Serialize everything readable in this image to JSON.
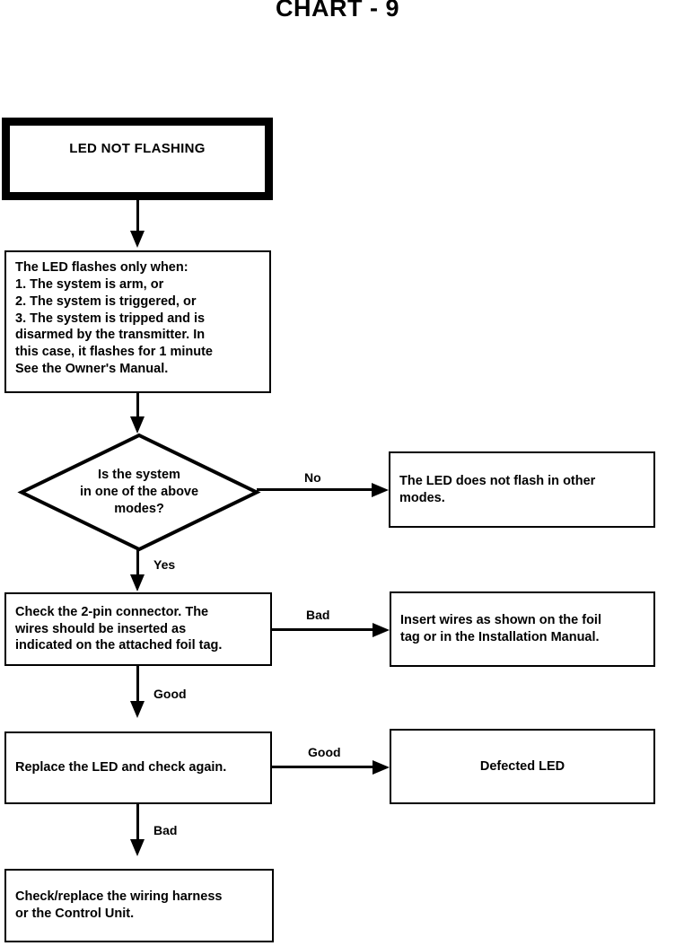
{
  "title": "CHART - 9",
  "nodes": {
    "start": {
      "label": "LED NOT FLASHING"
    },
    "info": {
      "label": "The LED flashes only when:\n1.  The system is arm, or\n2.  The system is triggered, or\n3.  The system is tripped and is\n     disarmed by the transmitter. In\n     this case, it flashes for 1 minute\nSee the Owner's Manual."
    },
    "decision_modes": {
      "label": "Is the system\nin one of the above\nmodes?"
    },
    "no_flash_other_modes": {
      "label": "The LED does not flash in other\nmodes."
    },
    "check_connector": {
      "label": "Check the 2-pin connector.  The\nwires should be inserted as\nindicated on the attached foil tag."
    },
    "insert_wires": {
      "label": "Insert wires as shown on the foil\ntag or in the Installation Manual."
    },
    "replace_led": {
      "label": "Replace the LED and check again."
    },
    "defected_led": {
      "label": "Defected LED"
    },
    "check_harness": {
      "label": "Check/replace the wiring harness\nor the Control Unit."
    }
  },
  "edge_labels": {
    "no": "No",
    "yes": "Yes",
    "bad_connector": "Bad",
    "good_connector": "Good",
    "good_replace": "Good",
    "bad_replace": "Bad"
  },
  "colors": {
    "ink": "#000000",
    "paper": "#ffffff"
  }
}
